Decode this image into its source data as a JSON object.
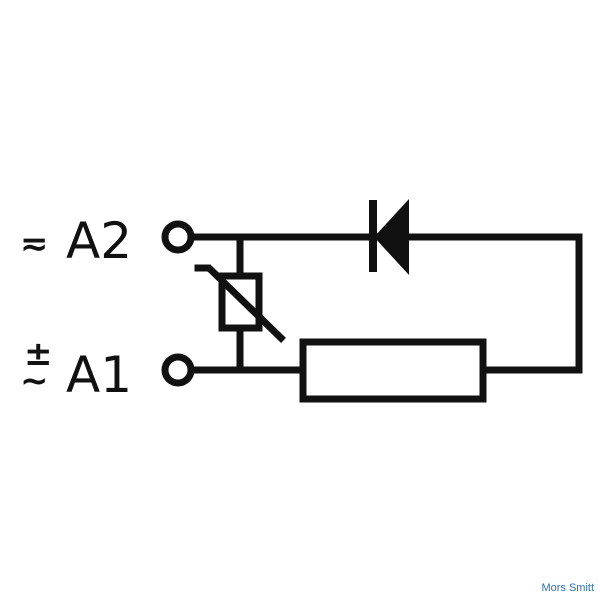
{
  "terminals": {
    "a2": {
      "label": "A2",
      "polarity": "≂"
    },
    "a1": {
      "label": "A1",
      "polarity": "±",
      "ac": "~"
    }
  },
  "brand": "Mors Smitt",
  "colors": {
    "line": "#111111",
    "brand": "#2a6fb5",
    "background": "#ffffff"
  }
}
